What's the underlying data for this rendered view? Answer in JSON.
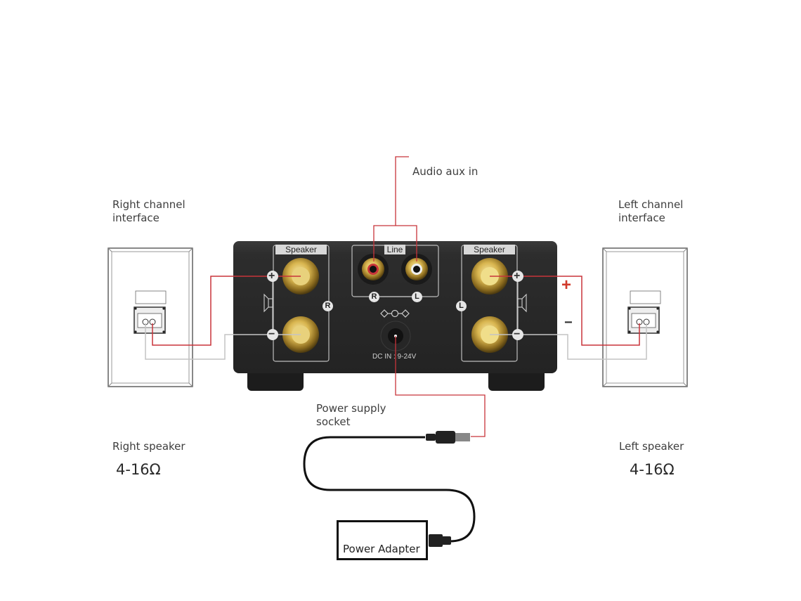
{
  "labels": {
    "audio_aux_in": "Audio aux in",
    "right_channel_interface": [
      "Right channel",
      "interface"
    ],
    "left_channel_interface": [
      "Left channel",
      "interface"
    ],
    "power_supply_socket": [
      "Power supply",
      "socket"
    ],
    "right_speaker": "Right speaker",
    "left_speaker": "Left speaker",
    "right_impedance": "4-16Ω",
    "left_impedance": "4-16Ω",
    "power_adapter": "Power  Adapter"
  },
  "amplifier": {
    "left_panel_title": "Speaker",
    "line_panel_title": "Line",
    "right_panel_title": "Speaker",
    "right_channel_badge": "R",
    "left_channel_badge": "L",
    "rca_right_badge": "R",
    "rca_left_badge": "L",
    "plus_symbol": "+",
    "minus_symbol": "−",
    "dc_label": "DC IN : 9-24V"
  },
  "polarity": {
    "plus": "+",
    "minus": "−"
  },
  "colors": {
    "positive_wire": "#c8343a",
    "negative_wire": "#bdbdbd",
    "leader_line": "#c8343a",
    "amp_body": "#2b2b2b",
    "gold": "#c9a23a"
  }
}
